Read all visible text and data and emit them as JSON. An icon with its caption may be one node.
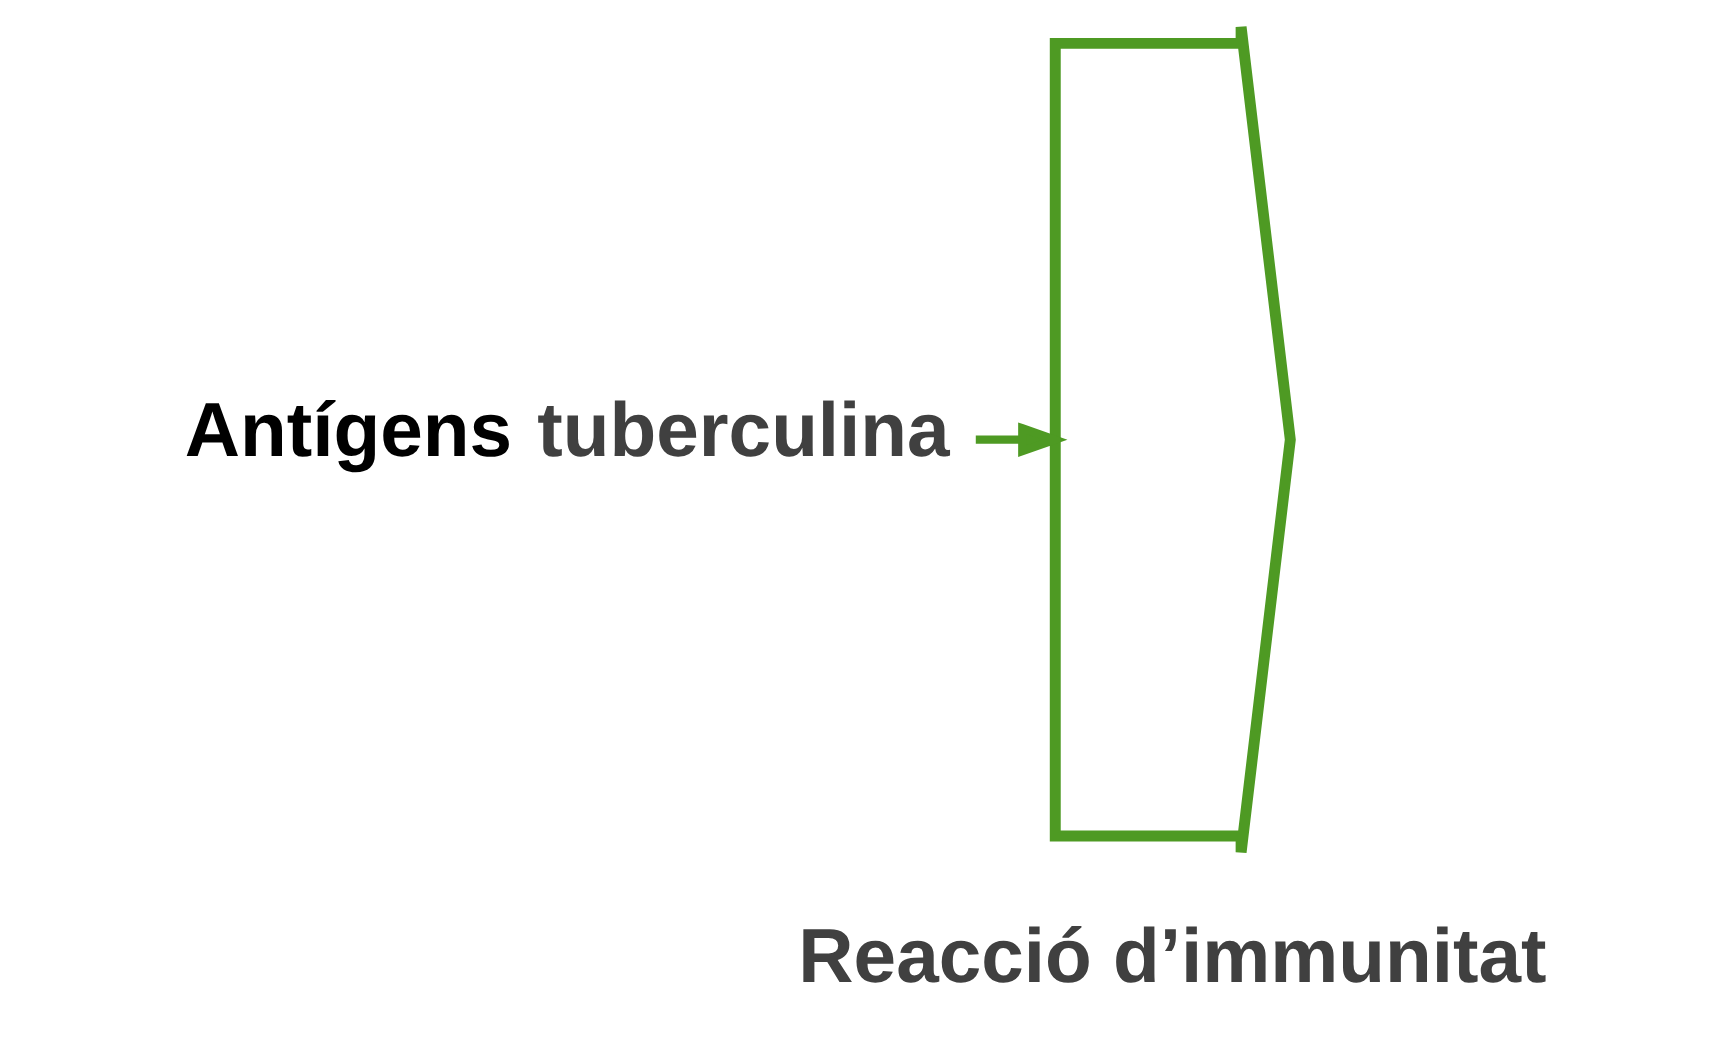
{
  "diagram": {
    "nodes": [
      {
        "text": [
          "Antígens tuberculina"
        ]
      },
      {
        "text": [],
        "shape": "arrow"
      },
      {
        "text": [
          "Reacció d’immunitat"
        ]
      }
    ],
    "edges": [
      {
        "from": 0,
        "to": 1,
        "arrow": "to"
      }
    ]
  }
}
